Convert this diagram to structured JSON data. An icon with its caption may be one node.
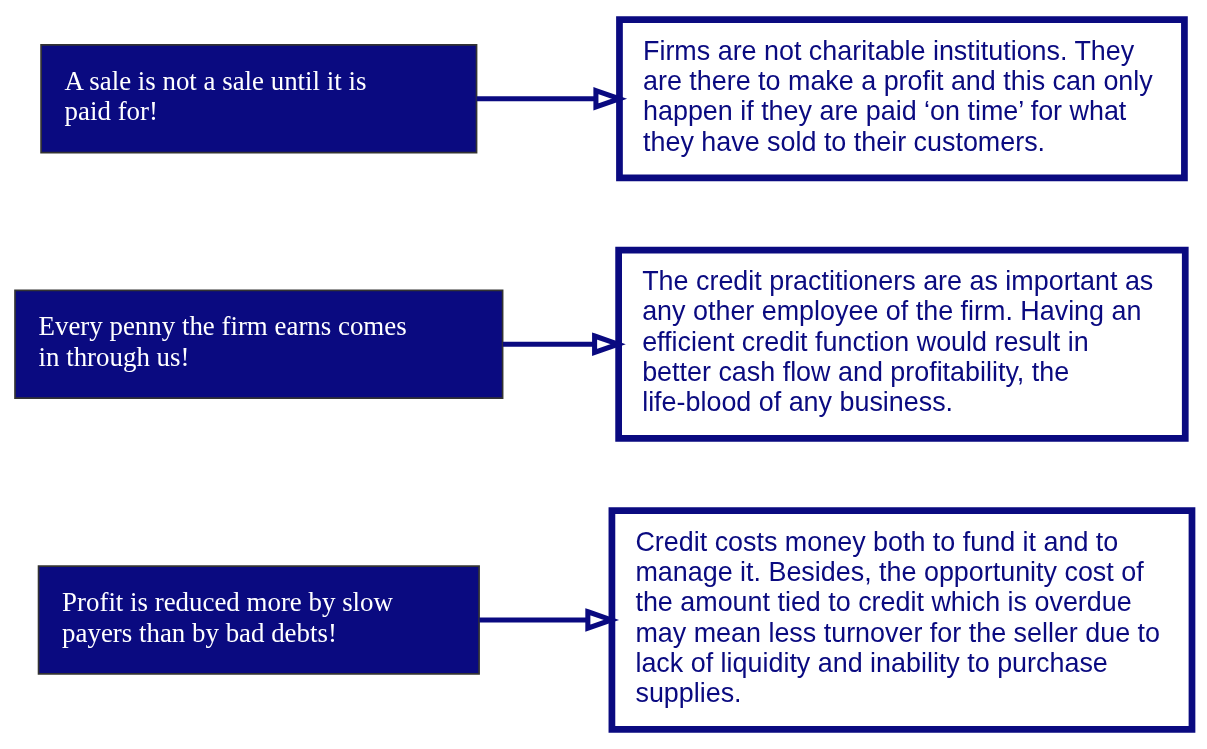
{
  "diagram": {
    "nodes": [
      {
        "text": [
          "A sale is not a sale until it is paid for!"
        ]
      },
      {
        "text": [
          "Firms are not charitable institutions. They are there to make a profit and this can only happen if they are paid ‘on time’ for what they have sold to their customers."
        ]
      },
      {
        "text": [
          "Every penny the firm earns comes in through us!"
        ]
      },
      {
        "text": [
          "The credit practitioners are as important as any other employee of the firm. Having an efficient credit function would result in better cash flow and profitability, the life-blood of any business."
        ]
      },
      {
        "text": [
          "Profit is reduced more by slow payers than by bad debts!"
        ]
      },
      {
        "text": [
          "Credit costs money both to fund it and to manage it. Besides, the opportunity cost of the amount tied to credit which is overdue may mean less turnover for the seller due to lack of liquidity and inability to purchase supplies."
        ]
      }
    ],
    "edges": [
      {
        "from": 0,
        "to": 1,
        "arrow": "to"
      },
      {
        "from": 2,
        "to": 3,
        "arrow": "to"
      },
      {
        "from": 4,
        "to": 5,
        "arrow": "to"
      }
    ]
  }
}
